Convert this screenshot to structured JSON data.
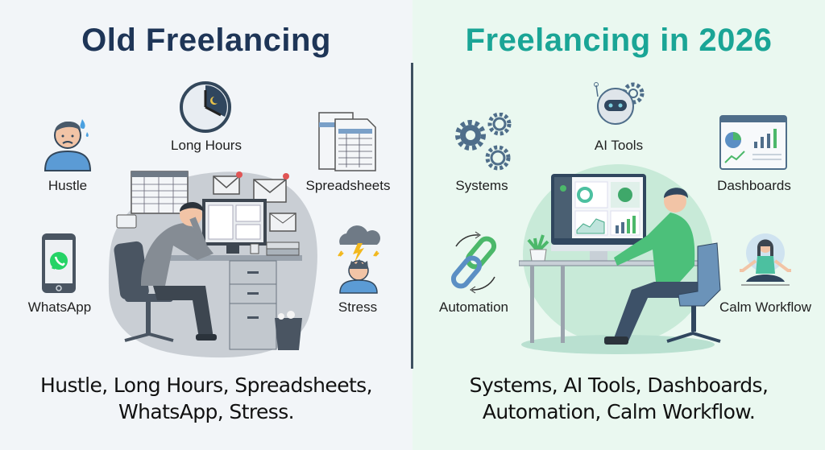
{
  "left": {
    "title": "Old Freelancing",
    "items": [
      {
        "label": "Hustle",
        "icon": "sweating-person-icon"
      },
      {
        "label": "Long Hours",
        "icon": "clock-icon"
      },
      {
        "label": "Spreadsheets",
        "icon": "spreadsheet-icon"
      },
      {
        "label": "WhatsApp",
        "icon": "whatsapp-phone-icon"
      },
      {
        "label": "Stress",
        "icon": "storm-cloud-person-icon"
      }
    ],
    "caption_line1": "Hustle, Long Hours, Spreadsheets,",
    "caption_line2": "WhatsApp, Stress.",
    "colors": {
      "title": "#1e3557",
      "background": "#f2f5f8"
    }
  },
  "right": {
    "title": "Freelancing in 2026",
    "items": [
      {
        "label": "Systems",
        "icon": "gears-icon"
      },
      {
        "label": "AI Tools",
        "icon": "robot-icon"
      },
      {
        "label": "Dashboards",
        "icon": "dashboard-icon"
      },
      {
        "label": "Automation",
        "icon": "chain-link-icon"
      },
      {
        "label": "Calm Workflow",
        "icon": "meditation-icon"
      }
    ],
    "caption_line1": "Systems, AI Tools, Dashboards,",
    "caption_line2": "Automation, Calm Workflow.",
    "colors": {
      "title": "#1aa596",
      "background": "#eaf8f0"
    }
  }
}
